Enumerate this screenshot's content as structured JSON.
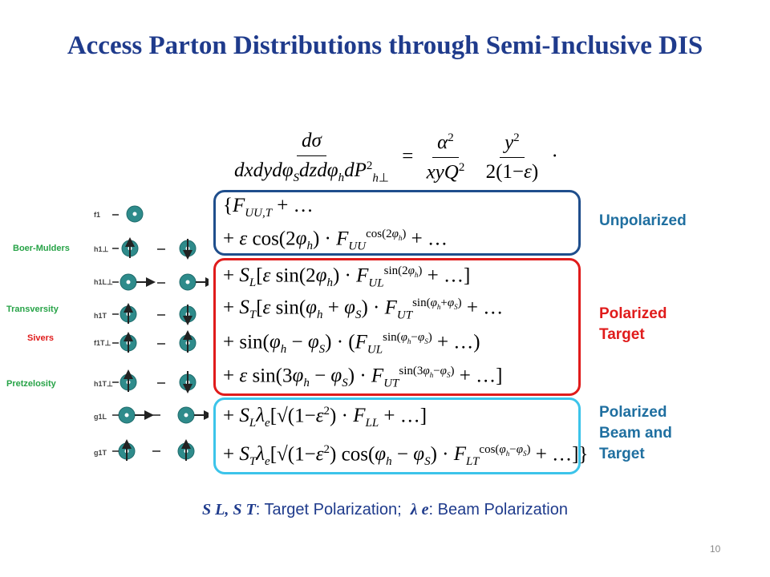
{
  "slide": {
    "title": "Access Parton Distributions through Semi-Inclusive DIS",
    "page_number": "10"
  },
  "equations": {
    "lhs": "dσ / (dx dy dφS dz dφh dP²h⊥)",
    "rhs": "α² / (xyQ²) · y² / (2(1−ε)) ·",
    "unpolarized": [
      "{F_UU,T + …",
      "+ ε cos(2φh) · F_UU^cos(2φh) + …"
    ],
    "polarized_target": [
      "+ S_L [ε sin(2φh) · F_UL^sin(2φh) + …]",
      "+ S_T [ε sin(φh + φS) · F_UT^sin(φh+φS) + …",
      "+ sin(φh − φS) · (F_UL^sin(φh−φS) + …)",
      "+ ε sin(3φh − φS) · F_UT^sin(3φh−φS) + …]"
    ],
    "polarized_beam_target": [
      "+ S_L λe [√(1−ε²) · F_LL + …]",
      "+ S_T λe [√(1−ε²) cos(φh − φS) · F_LT^cos(φh−φS) + …]}"
    ]
  },
  "groups": {
    "unpolarized": "Unpolarized",
    "polarized_target": "Polarized Target",
    "polarized_beam": "Polarized Beam and Target"
  },
  "labels": {
    "boer_mulders": "Boer-Mulders",
    "transversity": "Transversity",
    "sivers": "Sivers",
    "pretzelosity": "Pretzelosity"
  },
  "distributions": [
    "f1",
    "h1⊥",
    "h1L⊥",
    "h1T",
    "f1T⊥",
    "h1T⊥",
    "g1L",
    "g1T"
  ],
  "footer": {
    "sl_st": "S L, S T",
    "target_text": ": Target Polarization;",
    "lambda": "λ e",
    "beam_text": ": Beam Polarization"
  },
  "colors": {
    "title": "#1f3b8c",
    "blue_box": "#1f4e8c",
    "red_box": "#e01b1b",
    "cyan_box": "#3cc4ea",
    "green": "#27a347",
    "nucleon": "#2e8b8b"
  }
}
